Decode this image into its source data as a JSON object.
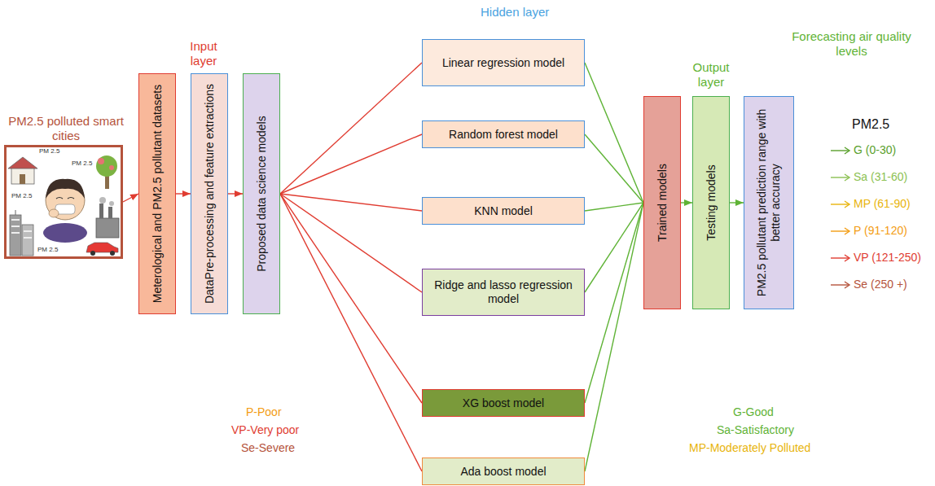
{
  "diagram": {
    "nodes": [
      {
        "text": [
          "PM2.5 polluted smart cities"
        ]
      },
      {
        "text": [
          "Meterological and PM2.5 pollutant datasets"
        ]
      },
      {
        "text": [
          "DataPre-processing and feature extractions"
        ]
      },
      {
        "text": [
          "Proposed data science models"
        ]
      },
      {
        "text": [
          "Linear regression model"
        ]
      },
      {
        "text": [
          "Random forest model"
        ]
      },
      {
        "text": [
          "KNN model"
        ]
      },
      {
        "text": [
          "Ridge and lasso regression model"
        ]
      },
      {
        "text": [
          "XG boost model"
        ]
      },
      {
        "text": [
          "Ada boost model"
        ]
      },
      {
        "text": [
          "Trained models"
        ]
      },
      {
        "text": [
          "Testing models"
        ]
      },
      {
        "text": [
          "PM2.5 pollutant prediction range with better accuracy"
        ]
      }
    ],
    "edges": [
      {
        "from": 0,
        "to": 1,
        "arrow": "to"
      },
      {
        "from": 1,
        "to": 2,
        "arrow": "to"
      },
      {
        "from": 2,
        "to": 3,
        "arrow": "to"
      },
      {
        "from": 3,
        "to": 4,
        "arrow": "none"
      },
      {
        "from": 3,
        "to": 5,
        "arrow": "none"
      },
      {
        "from": 3,
        "to": 6,
        "arrow": "none"
      },
      {
        "from": 3,
        "to": 7,
        "arrow": "none"
      },
      {
        "from": 3,
        "to": 8,
        "arrow": "none"
      },
      {
        "from": 3,
        "to": 9,
        "arrow": "none"
      },
      {
        "from": 4,
        "to": 10,
        "arrow": "none"
      },
      {
        "from": 5,
        "to": 10,
        "arrow": "none"
      },
      {
        "from": 6,
        "to": 10,
        "arrow": "none"
      },
      {
        "from": 7,
        "to": 10,
        "arrow": "none"
      },
      {
        "from": 8,
        "to": 10,
        "arrow": "none"
      },
      {
        "from": 9,
        "to": 10,
        "arrow": "none"
      },
      {
        "from": 10,
        "to": 11,
        "arrow": "to"
      },
      {
        "from": 11,
        "to": 12,
        "arrow": "to"
      }
    ],
    "labels": [
      "Input layer",
      "Hidden layer",
      "Output layer",
      "Forecasting air quality levels",
      "PM2.5",
      "G (0-30)",
      "Sa (31-60)",
      "MP (61-90)",
      "P (91-120)",
      "VP (121-250)",
      "Se (250 +)",
      "P-Poor",
      "VP-Very poor",
      "Se-Severe",
      "G-Good",
      "Sa-Satisfactory",
      "MP-Moderately Polluted",
      "PM 2.5",
      "PM 2.5",
      "PM 2.5",
      "PM 2.5"
    ]
  }
}
